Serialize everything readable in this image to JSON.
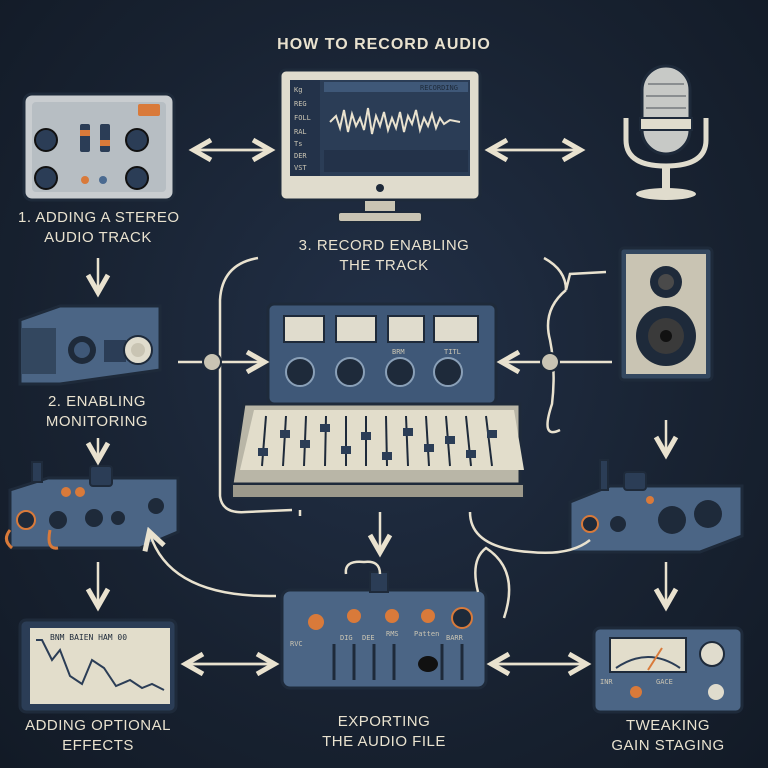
{
  "title": "HOW TO RECORD AUDIO",
  "steps": {
    "step1_line1": "1. ADDING A STEREO",
    "step1_line2": "AUDIO TRACK",
    "step2_line1": "2. ENABLING",
    "step2_line2": "MONITORING",
    "step3_line1": "3. RECORD ENABLING",
    "step3_line2": "THE TRACK",
    "effects_line1": "ADDING OPTIONAL",
    "effects_line2": "EFFECTS",
    "export_line1": "EXPORTING",
    "export_line2": "THE AUDIO FILE",
    "gain_line1": "TWEAKING",
    "gain_line2": "GAIN STAGING"
  },
  "monitor_screen": {
    "header": "RECORDING",
    "side_items": [
      "Kg",
      "REG",
      "FOLL",
      "RAL",
      "Ts",
      "DER",
      "VST"
    ]
  },
  "effects_screen_text": "BNM BAIEN HAM 00",
  "mixer_labels": [
    "BRM",
    "TITL"
  ],
  "export_labels": [
    "RVC",
    "DIG",
    "DEE",
    "RMS",
    "Patten",
    "BARR"
  ],
  "gain_labels": [
    "INR",
    "GACE"
  ],
  "colors": {
    "background": "#1a2433",
    "device_body": "#3f5878",
    "device_dark": "#2b3d56",
    "accent_orange": "#d97a3a",
    "cream": "#e9e2cf"
  }
}
